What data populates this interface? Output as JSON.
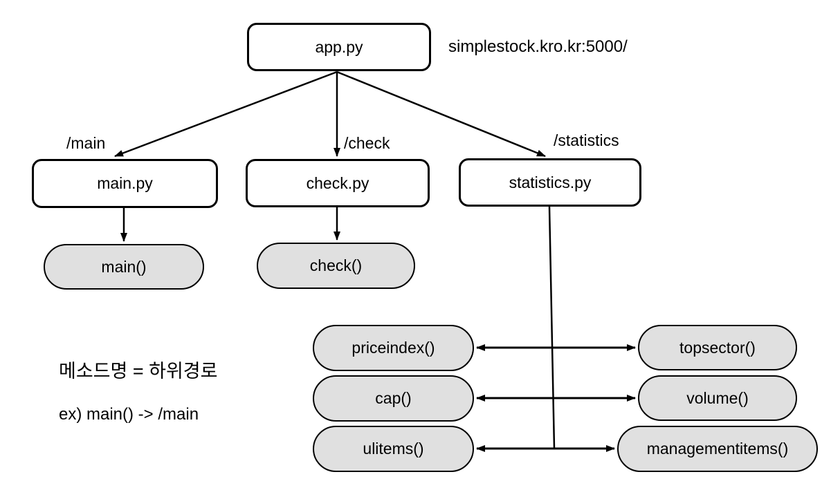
{
  "root": {
    "label": "app.py"
  },
  "server_url": "simplestock.kro.kr:5000/",
  "routes": [
    {
      "path": "/main",
      "file": "main.py",
      "method": "main()"
    },
    {
      "path": "/check",
      "file": "check.py",
      "method": "check()"
    },
    {
      "path": "/statistics",
      "file": "statistics.py"
    }
  ],
  "statistics_methods": {
    "left": [
      "priceindex()",
      "cap()",
      "ulitems()"
    ],
    "right": [
      "topsector()",
      "volume()",
      "managementitems()"
    ]
  },
  "note": {
    "line1": "메소드명 = 하위경로",
    "line2": "ex) main() -> /main"
  },
  "colors": {
    "stroke": "#000000",
    "pill_fill": "#e0e0e0",
    "background": "#ffffff",
    "text": "#000000"
  }
}
